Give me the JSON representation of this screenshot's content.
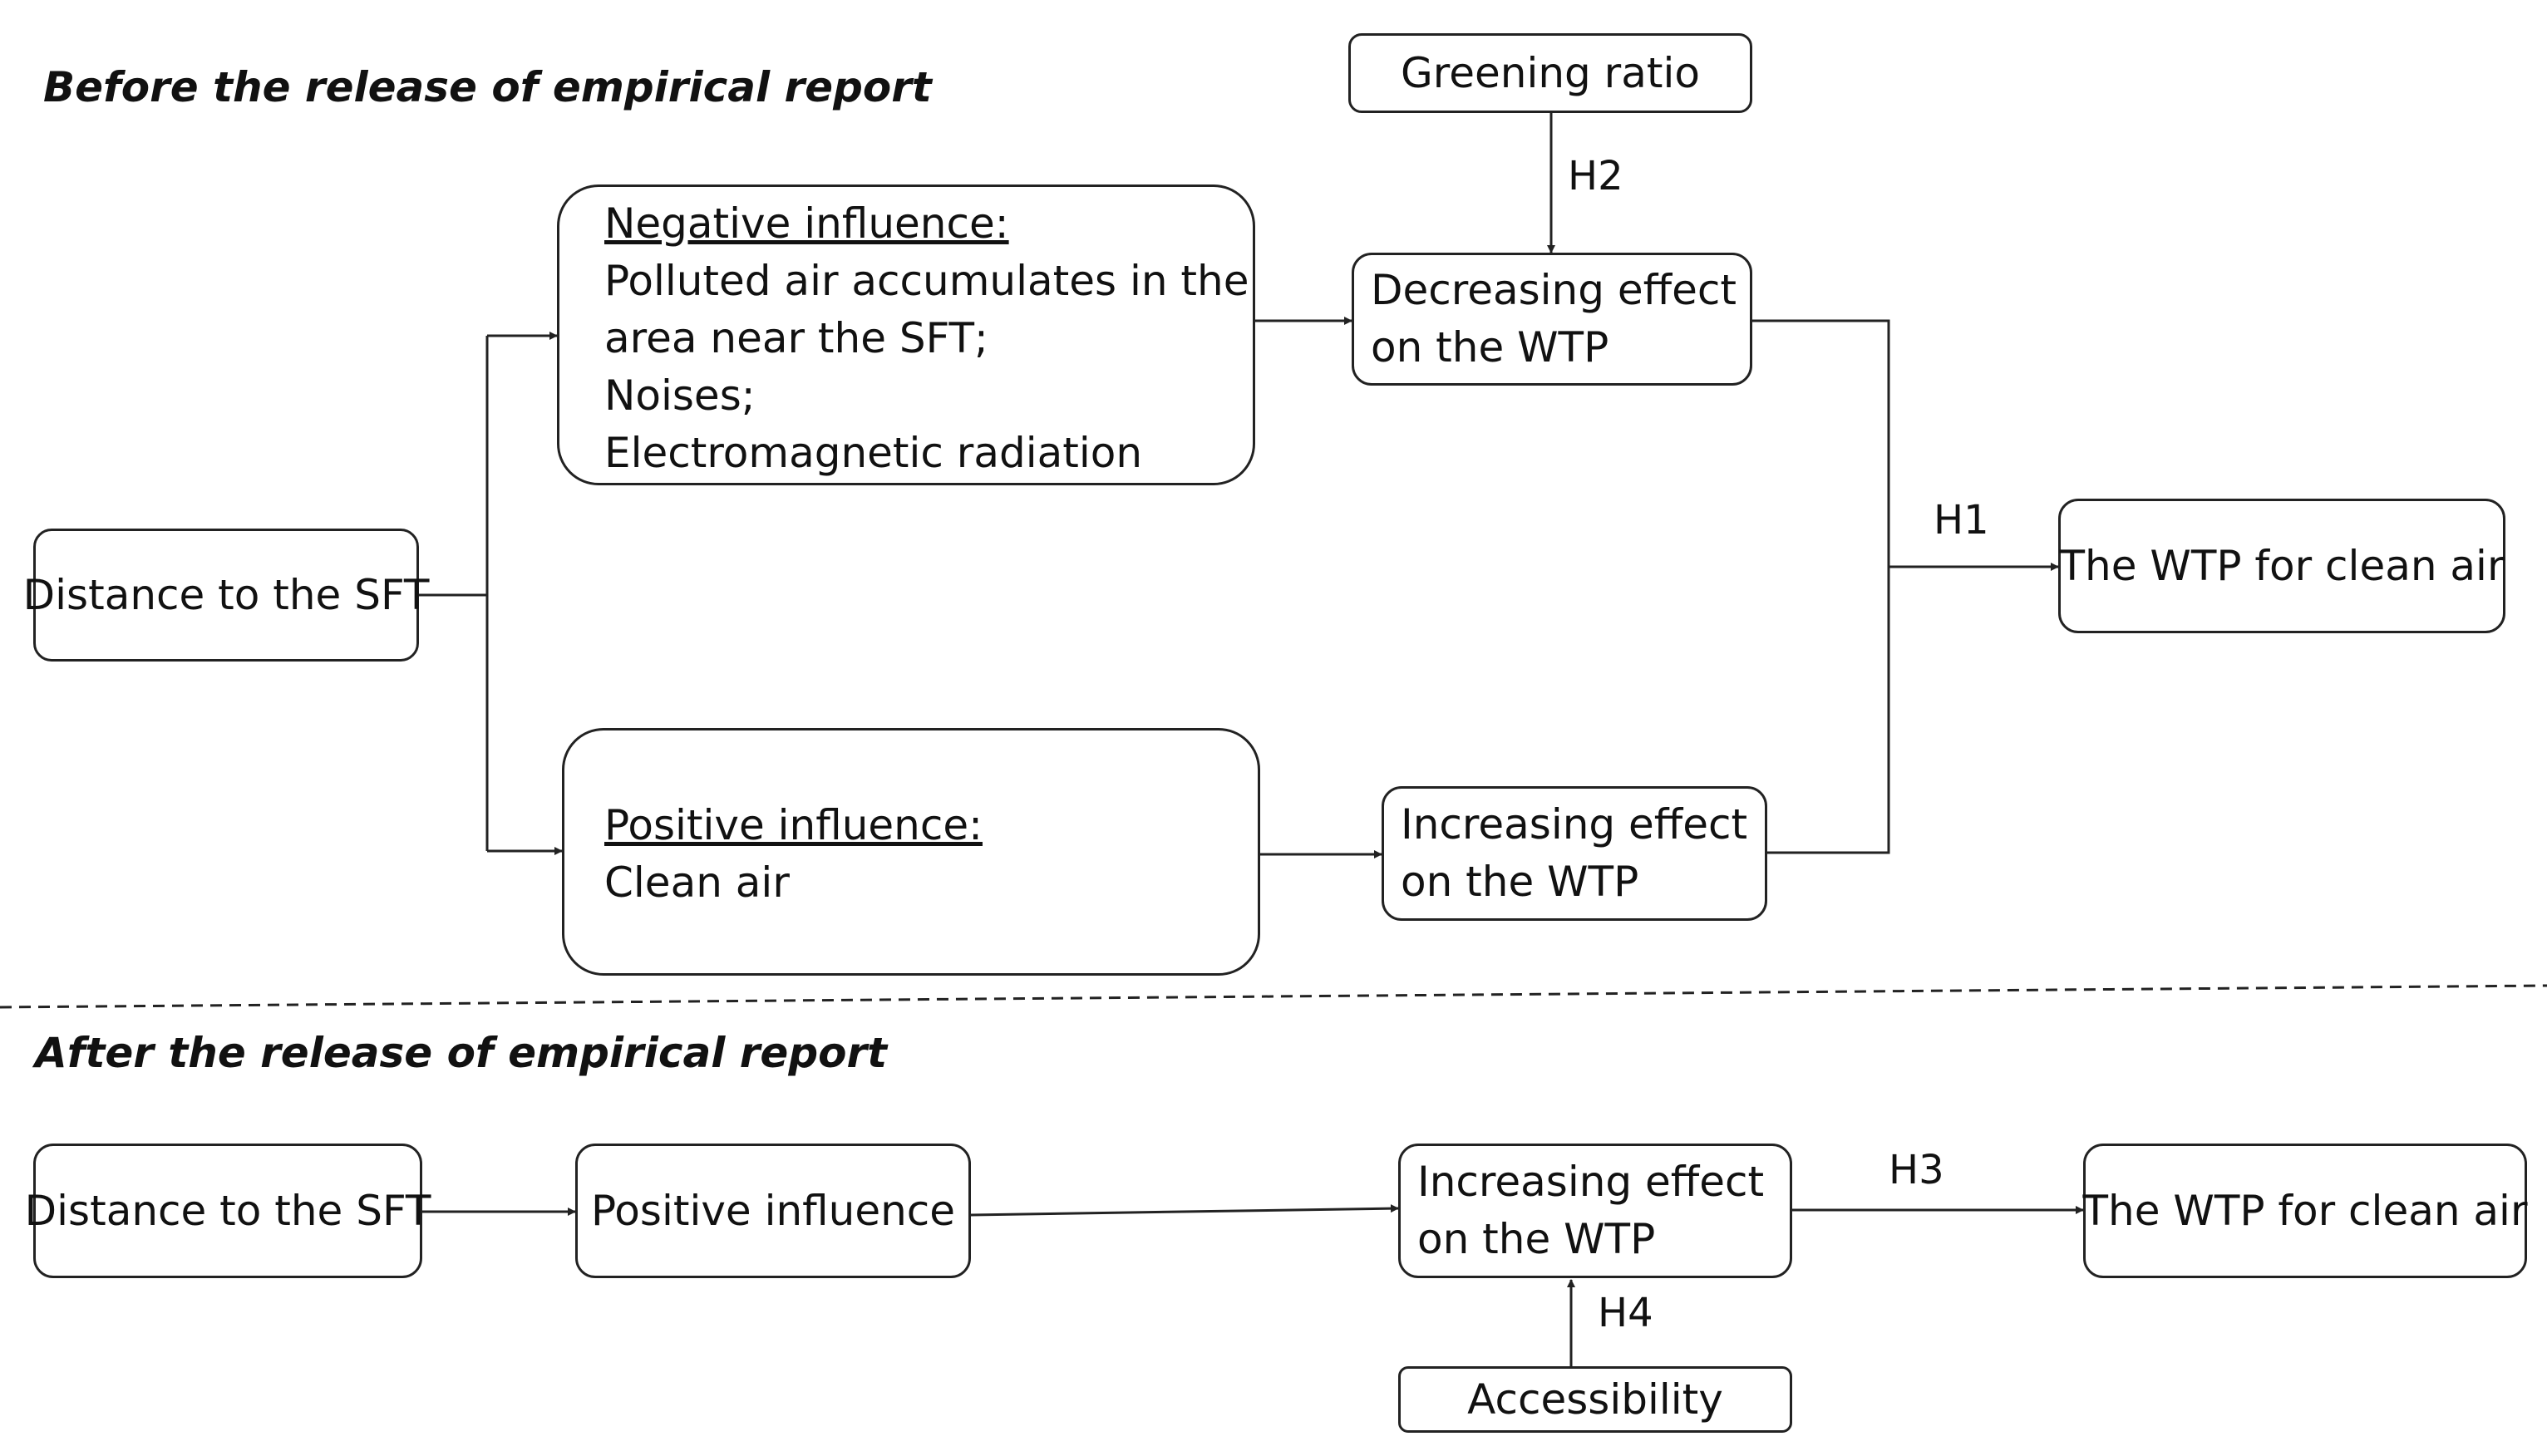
{
  "sections": {
    "before_title": "Before the release of empirical report",
    "after_title": "After the release of empirical report"
  },
  "before": {
    "distance": "Distance to the SFT",
    "negative": {
      "heading": "Negative influence:",
      "lines": [
        "Polluted air accumulates in the",
        "area near the SFT;",
        "Noises;",
        "Electromagnetic radiation"
      ]
    },
    "positive": {
      "heading": "Positive influence:",
      "lines": [
        "Clean air"
      ]
    },
    "greening": "Greening ratio",
    "decreasing": [
      "Decreasing effect",
      "on the WTP"
    ],
    "increasing": [
      "Increasing effect",
      "on the WTP"
    ],
    "wtp": "The WTP for clean air",
    "h1": "H1",
    "h2": "H2"
  },
  "after": {
    "distance": "Distance to the SFT",
    "positive": "Positive influence",
    "increasing": [
      "Increasing effect",
      "on the WTP"
    ],
    "wtp": "The WTP for clean air",
    "accessibility": "Accessibility",
    "h3": "H3",
    "h4": "H4"
  }
}
